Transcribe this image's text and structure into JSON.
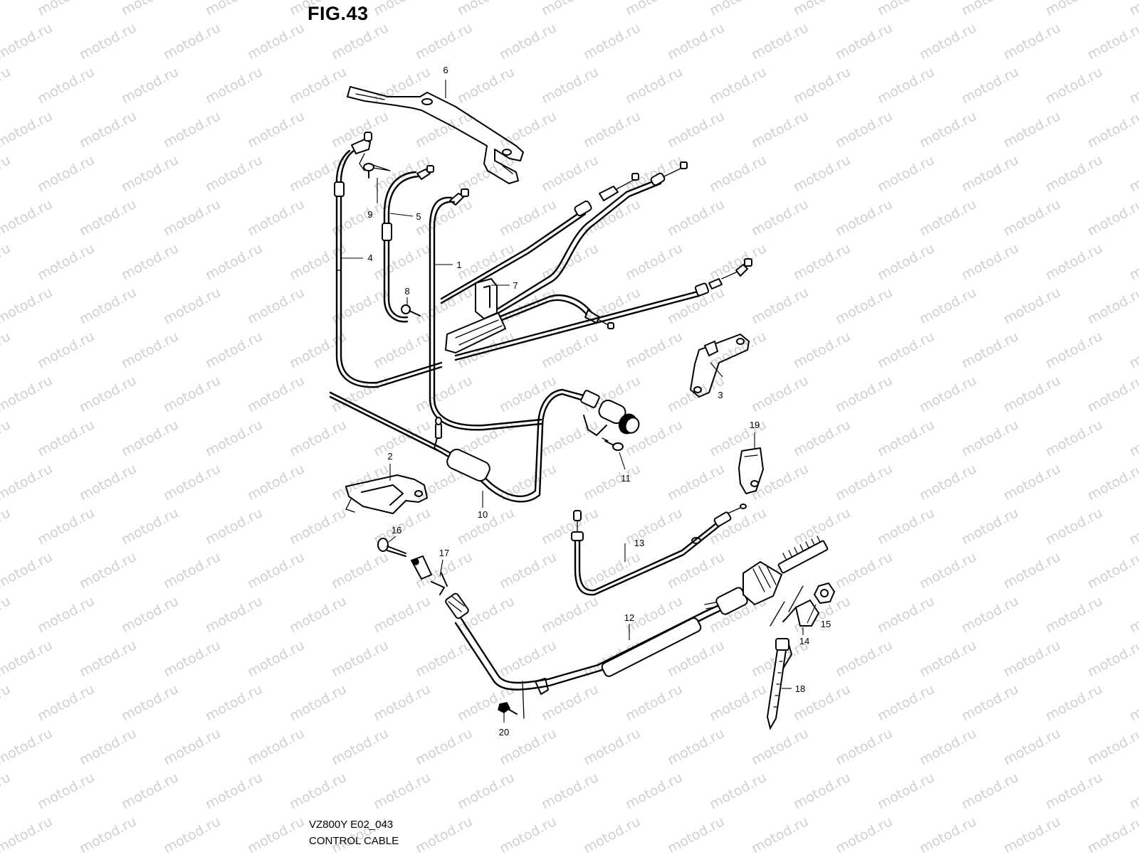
{
  "figure": {
    "title": "FIG.43",
    "model_code": "VZ800Y E02_043",
    "caption": "CONTROL CABLE"
  },
  "watermark": {
    "text": "motod.ru",
    "color": "#cfcfcf"
  },
  "callouts": [
    {
      "label": "1",
      "part": "throttle-cable-1"
    },
    {
      "label": "2",
      "part": "cable-bracket-2"
    },
    {
      "label": "3",
      "part": "cable-guide-3"
    },
    {
      "label": "4",
      "part": "throttle-cable-4"
    },
    {
      "label": "5",
      "part": "throttle-cable-5"
    },
    {
      "label": "6",
      "part": "cable-bracket-6"
    },
    {
      "label": "7",
      "part": "cable-clamp-7"
    },
    {
      "label": "8",
      "part": "bolt-8"
    },
    {
      "label": "9",
      "part": "bolt-9"
    },
    {
      "label": "10",
      "part": "choke-cable-10"
    },
    {
      "label": "11",
      "part": "screw-11"
    },
    {
      "label": "12",
      "part": "clutch-cable-12"
    },
    {
      "label": "13",
      "part": "speedometer-cable-13"
    },
    {
      "label": "14",
      "part": "boot-14"
    },
    {
      "label": "15",
      "part": "nut-15"
    },
    {
      "label": "16",
      "part": "bolt-16"
    },
    {
      "label": "17",
      "part": "clip-17"
    },
    {
      "label": "18",
      "part": "cable-tie-18"
    },
    {
      "label": "19",
      "part": "holder-19"
    },
    {
      "label": "20",
      "part": "bolt-20"
    }
  ]
}
